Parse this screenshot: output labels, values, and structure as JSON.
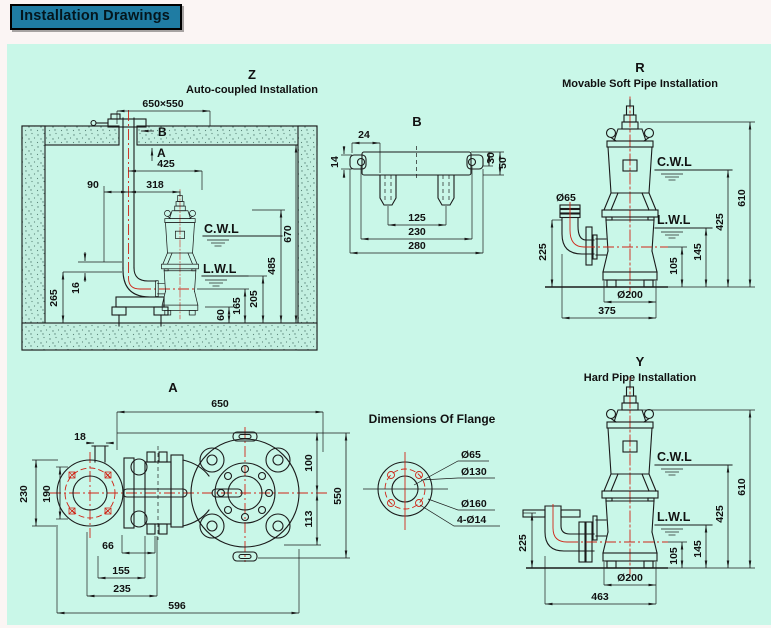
{
  "title": "Installation Drawings",
  "water": {
    "cwl": "C.W.L",
    "lwl": "L.W.L"
  },
  "z": {
    "label": "Z",
    "subtitle": "Auto-coupled Installation",
    "view_b": "B",
    "view_a": "A",
    "dims": {
      "pit": "650×550",
      "d425": "425",
      "d318": "318",
      "d90": "90",
      "d265": "265",
      "d16": "16",
      "d60": "60",
      "d165": "165",
      "d205": "205",
      "d485": "485",
      "d670": "670"
    }
  },
  "b": {
    "label": "B",
    "dims": {
      "d24": "24",
      "d14": "14",
      "d30": "30",
      "d50": "50",
      "d125": "125",
      "d230": "230",
      "d280": "280"
    }
  },
  "r": {
    "label": "R",
    "subtitle": "Movable Soft Pipe Installation",
    "dims": {
      "d65": "Ø65",
      "d225": "225",
      "d105": "105",
      "d145": "145",
      "d425": "425",
      "d610": "610",
      "d200": "Ø200",
      "d375": "375"
    }
  },
  "a": {
    "label": "A",
    "dims": {
      "d650": "650",
      "d18": "18",
      "d230": "230",
      "d190": "190",
      "d100": "100",
      "d550": "550",
      "d113": "113",
      "d66": "66",
      "d155": "155",
      "d235": "235",
      "d596": "596"
    }
  },
  "flange": {
    "title": "Dimensions Of Flange",
    "labels": {
      "d65": "Ø65",
      "d130": "Ø130",
      "d160": "Ø160",
      "holes": "4-Ø14"
    }
  },
  "y": {
    "label": "Y",
    "subtitle": "Hard Pipe Installation",
    "dims": {
      "d225": "225",
      "d105": "105",
      "d145": "145",
      "d425": "425",
      "d610": "610",
      "d200": "Ø200",
      "d463": "463"
    }
  }
}
